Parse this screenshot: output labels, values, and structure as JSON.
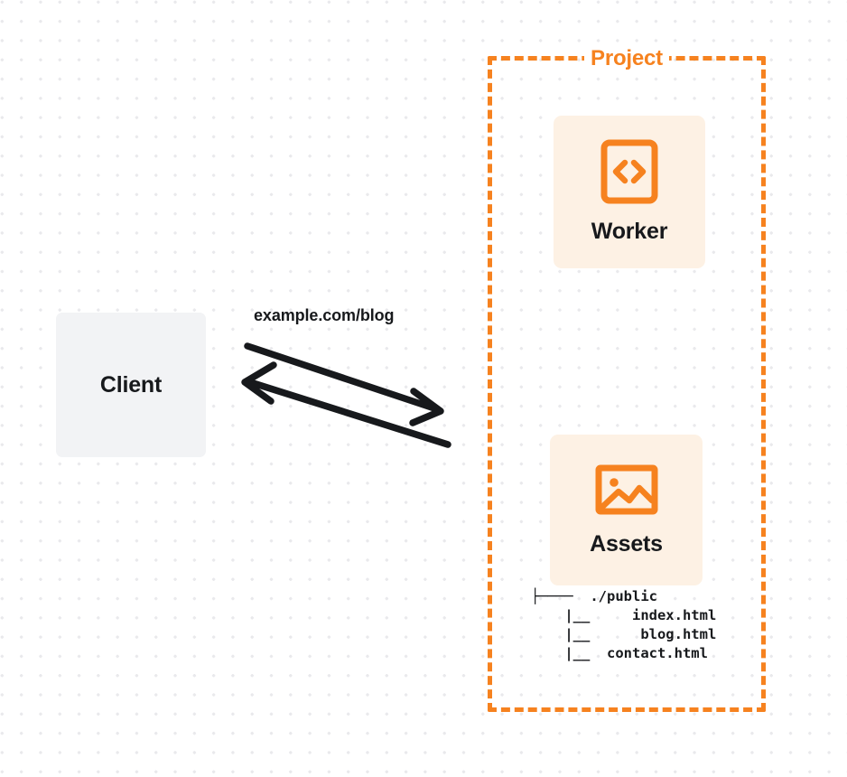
{
  "diagram": {
    "title": "Cloudflare Worker with static assets request flow",
    "background": {
      "color": "#ffffff",
      "dot_grid_color": "#e9e9ec"
    },
    "colors": {
      "accent": "#f6821f",
      "card_fill": "#fdf1e4",
      "client_fill": "#f2f3f5",
      "text": "#17191c"
    }
  },
  "client": {
    "label": "Client",
    "icon": "client-box"
  },
  "connection": {
    "label": "example.com/blog",
    "request_arrow": "arrow-right",
    "response_arrow": "arrow-left"
  },
  "project": {
    "title": "Project",
    "nodes": [
      {
        "label": "Worker",
        "icon": "code-brackets-icon"
      },
      {
        "label": "Assets",
        "icon": "image-picture-icon"
      }
    ],
    "file_tree": {
      "lines": [
        "├────  ./public",
        "    |__     index.html",
        "    |__      blog.html",
        "    |__  contact.html"
      ],
      "root": "./public",
      "files": [
        "index.html",
        "blog.html",
        "contact.html"
      ]
    }
  }
}
